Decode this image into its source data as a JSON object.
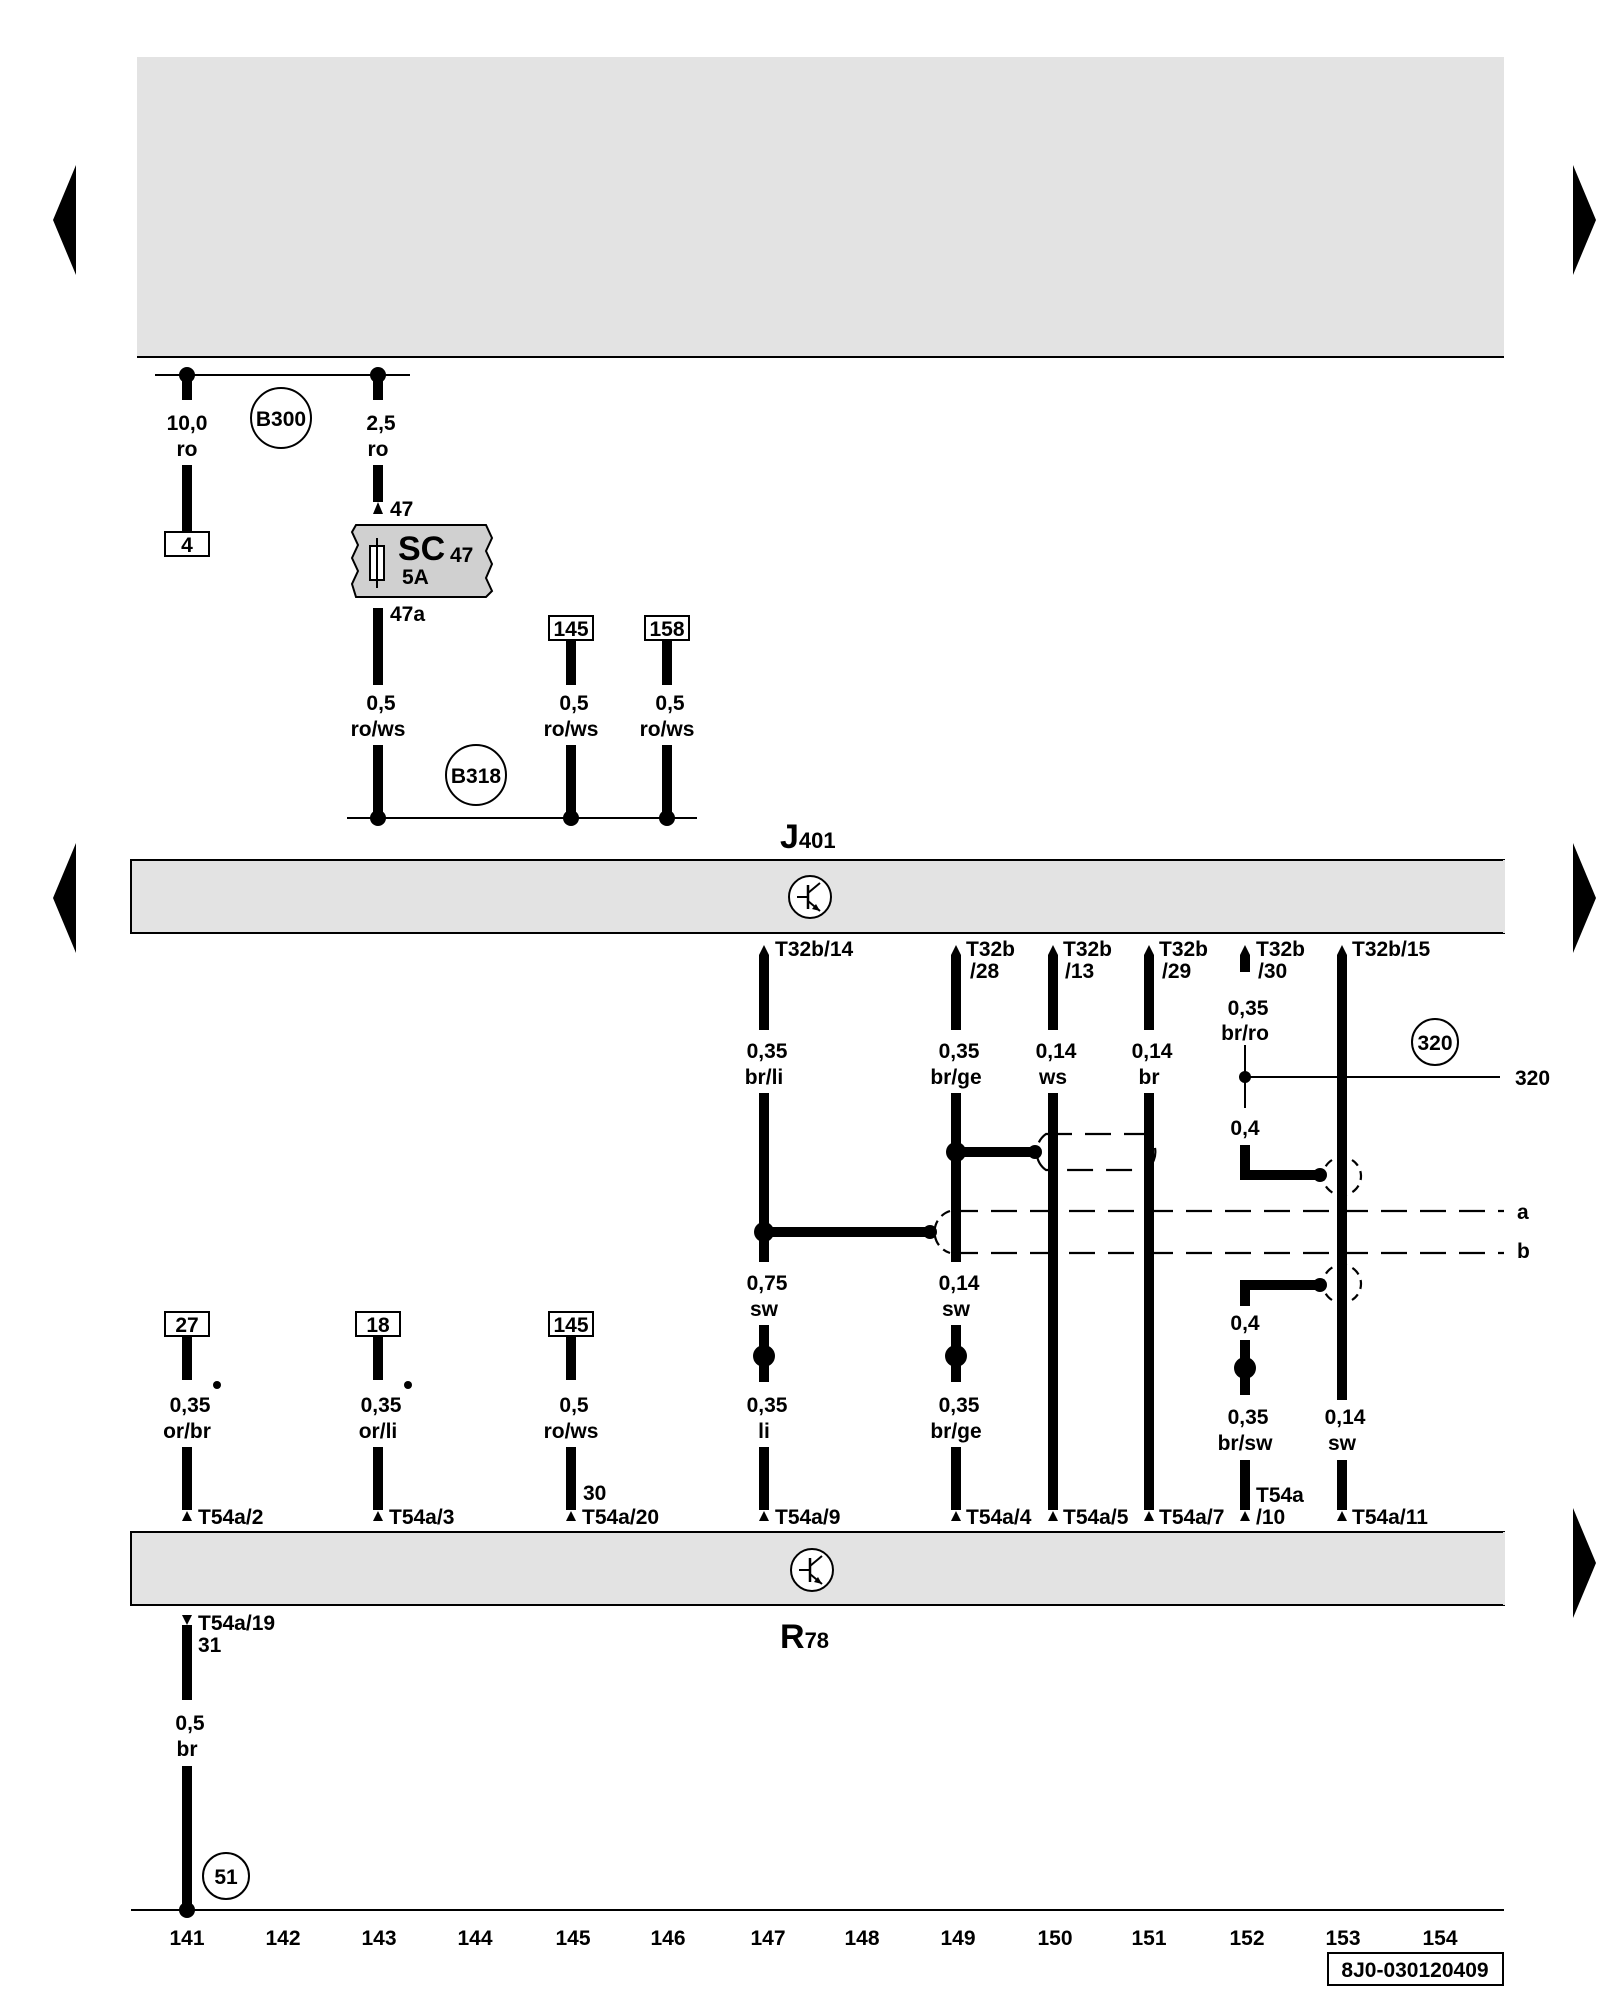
{
  "components": {
    "j401": {
      "letter": "J",
      "sub": "401"
    },
    "r78": {
      "letter": "R",
      "sub": "78"
    },
    "fuse": {
      "name": "SC",
      "number": "47",
      "rating": "5A",
      "pin_in": "47",
      "pin_out": "47a"
    }
  },
  "circles": {
    "b300": "B300",
    "b318": "B318",
    "c320": "320",
    "c51": "51"
  },
  "refs": {
    "r4": "4",
    "r145_top": "145",
    "r158": "158",
    "r27": "27",
    "r18": "18",
    "r145_bot": "145"
  },
  "wires": {
    "w141_top_size": "10,0",
    "w141_top_color": "ro",
    "w143_top_size": "2,5",
    "w143_top_color": "ro",
    "w143_mid_size": "0,5",
    "w143_mid_color": "ro/ws",
    "w145_mid_size": "0,5",
    "w145_mid_color": "ro/ws",
    "w146_mid_size": "0,5",
    "w146_mid_color": "ro/ws",
    "w147_a_size": "0,35",
    "w147_a_color": "br/li",
    "w149_a_size": "0,35",
    "w149_a_color": "br/ge",
    "w150_size": "0,14",
    "w150_color": "ws",
    "w151_size": "0,14",
    "w151_color": "br",
    "w152_a_size": "0,35",
    "w152_a_color": "br/ro",
    "w152_b_size": "0,4",
    "w147_b_size": "0,75",
    "w147_b_color": "sw",
    "w149_b_size": "0,14",
    "w149_b_color": "sw",
    "w152_c_size": "0,4",
    "w141_b_size": "0,35",
    "w141_b_color": "or/br",
    "w143_b_size": "0,35",
    "w143_b_color": "or/li",
    "w145_b_size": "0,5",
    "w145_b_color": "ro/ws",
    "w147_c_size": "0,35",
    "w147_c_color": "li",
    "w149_c_size": "0,35",
    "w149_c_color": "br/ge",
    "w152_d_size": "0,35",
    "w152_d_color": "br/sw",
    "w153_size": "0,14",
    "w153_color": "sw",
    "w141_c_size": "0,5",
    "w141_c_color": "br"
  },
  "pins": {
    "t32b_14": "T32b/14",
    "t32b_28_a": "T32b",
    "t32b_28_b": "/28",
    "t32b_13_a": "T32b",
    "t32b_13_b": "/13",
    "t32b_29_a": "T32b",
    "t32b_29_b": "/29",
    "t32b_30_a": "T32b",
    "t32b_30_b": "/30",
    "t32b_15": "T32b/15",
    "t54a_2": "T54a/2",
    "t54a_3": "T54a/3",
    "t54a_20": "T54a/20",
    "t54a_9": "T54a/9",
    "t54a_4": "T54a/4",
    "t54a_5": "T54a/5",
    "t54a_7": "T54a/7",
    "t54a_10_a": "T54a",
    "t54a_10_b": "/10",
    "t54a_11": "T54a/11",
    "t54a_19": "T54a/19",
    "term30": "30",
    "term31": "31"
  },
  "crossrefs": {
    "ref320": "320",
    "a": "a",
    "b": "b"
  },
  "current_tracks": [
    "141",
    "142",
    "143",
    "144",
    "145",
    "146",
    "147",
    "148",
    "149",
    "150",
    "151",
    "152",
    "153",
    "154"
  ],
  "doc_number": "8J0-030120409"
}
